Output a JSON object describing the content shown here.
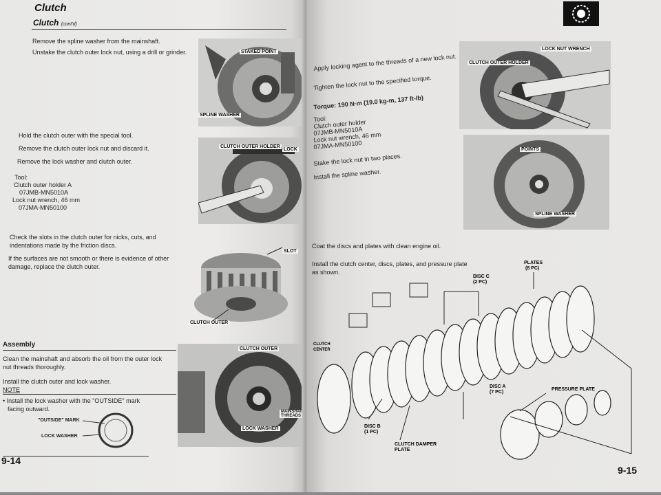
{
  "left_page": {
    "title": "Clutch",
    "subtitle": "Clutch",
    "subtitle_note": "(cont'd)",
    "step1": [
      "Remove the spline washer from the mainshaft.",
      "Unstake the clutch outer lock nut, using a drill or grinder."
    ],
    "photo1_labels": [
      "STAKED POINT",
      "SPLINE WASHER"
    ],
    "step2": [
      "Hold the clutch outer with the special tool.",
      "Remove the clutch outer lock nut and discard it.",
      "Remove the lock washer and clutch outer."
    ],
    "tool_block": [
      "Tool:",
      "Clutch outer holder A",
      "07JMB-MN5010A",
      "Lock nut wrench, 46 mm",
      "07JMA-MN50100"
    ],
    "photo2_labels": [
      "CLUTCH OUTER HOLDER",
      "LOCK"
    ],
    "step3": [
      "Check the slots in the clutch outer for nicks, cuts, and",
      "indentations made by the friction discs.",
      "If the surfaces are not smooth or there is evidence of other",
      "damage, replace the clutch outer."
    ],
    "photo3_labels": [
      "SLOT",
      "CLUTCH OUTER"
    ],
    "assembly_heading": "Assembly",
    "assembly_lines": [
      "Clean the mainshaft and absorb the oil from the outer lock",
      "nut threads thoroughly.",
      "Install the clutch outer and lock washer."
    ],
    "note_label": "NOTE",
    "note_lines": [
      "• Install the lock washer with the \"OUTSIDE\" mark",
      "facing outward."
    ],
    "washer_labels": [
      "\"OUTSIDE\" MARK",
      "LOCK WASHER"
    ],
    "photo4_labels": [
      "CLUTCH OUTER",
      "MAINSHAFT THREADS",
      "LOCK WASHER"
    ],
    "page_number": "9-14"
  },
  "right_page": {
    "step1": [
      "Apply locking agent to the threads of a new lock nut.",
      "Tighten the lock nut to the specified torque."
    ],
    "torque_label": "Torque:",
    "torque_value": "190 N·m (19.0 kg-m, 137 ft-lb)",
    "tool_block": [
      "Tool:",
      "Clutch outer holder",
      "07JMB-MN5010A",
      "Lock nut wrench, 46 mm",
      "07JMA-MN50100"
    ],
    "photo1_labels": [
      "LOCK NUT WRENCH",
      "CLUTCH OUTER HOLDER"
    ],
    "step2": [
      "Stake the lock nut in two places.",
      "Install the spline washer."
    ],
    "photo2_labels": [
      "POINTS",
      "SPLINE WASHER"
    ],
    "step3": [
      "Coat the discs and plates with clean engine oil.",
      "Install the clutch center, discs, plates, and pressure plate",
      "as shown."
    ],
    "diagram_labels": {
      "plates": "PLATES",
      "plates_count": "(8 PC)",
      "disc_c": "DISC C",
      "disc_c_count": "(2 PC)",
      "clutch_center_1": "CLUTCH",
      "clutch_center_2": "CENTER",
      "disc_a": "DISC A",
      "disc_a_count": "(7 PC)",
      "pressure_plate": "PRESSURE PLATE",
      "disc_b": "DISC B",
      "disc_b_count": "(1 PC)",
      "damper_1": "CLUTCH DAMPER",
      "damper_2": "PLATE"
    },
    "page_number": "9-15"
  }
}
